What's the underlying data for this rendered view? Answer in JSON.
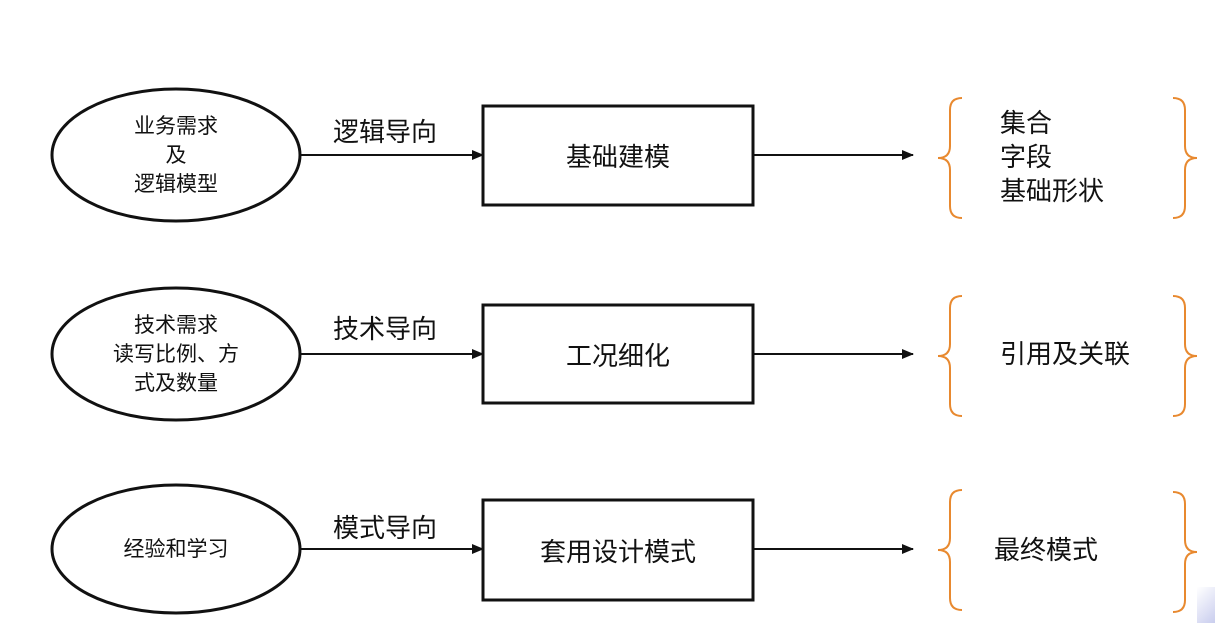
{
  "rows": [
    {
      "input_lines": [
        "业务需求",
        "及",
        "逻辑模型"
      ],
      "edge_label": "逻辑导向",
      "process": "基础建模",
      "outputs": [
        "集合",
        "字段",
        "基础形状"
      ]
    },
    {
      "input_lines": [
        "技术需求",
        "读写比例、方",
        "式及数量"
      ],
      "edge_label": "技术导向",
      "process": "工况细化",
      "outputs": [
        "引用及关联"
      ]
    },
    {
      "input_lines": [
        "经验和学习"
      ],
      "edge_label": "模式导向",
      "process": "套用设计模式",
      "outputs": [
        "最终模式"
      ]
    }
  ],
  "colors": {
    "stroke": "#111111",
    "bracket": "#e8892f"
  }
}
